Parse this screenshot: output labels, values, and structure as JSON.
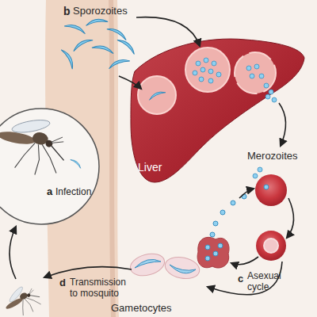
{
  "diagram": {
    "nodes": [
      {
        "text": [
          "a",
          "Infection"
        ]
      },
      {
        "text": [
          "Liver"
        ]
      }
    ],
    "labels": [
      "b",
      "Sporozoites",
      "Merozoites",
      "c",
      "Asexual cycle",
      "Gametocytes",
      "d",
      "Transmission to mosquito"
    ]
  }
}
